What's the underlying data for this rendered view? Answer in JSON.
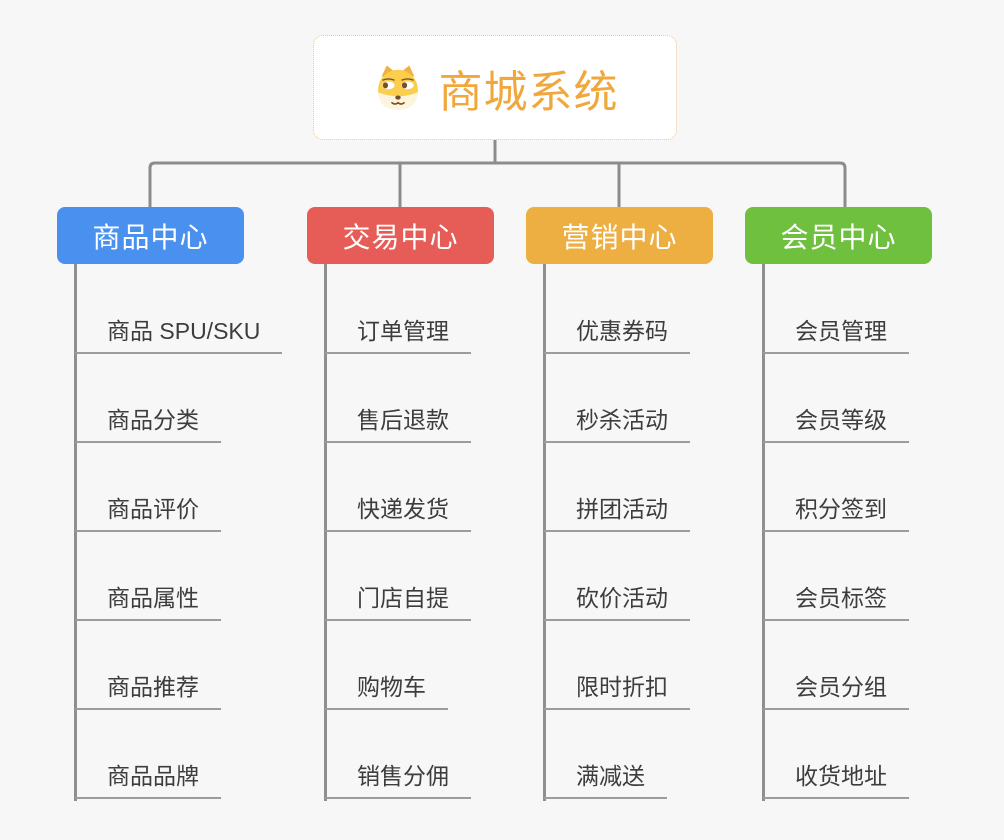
{
  "root": {
    "title": "商城系统",
    "icon": "doge-icon"
  },
  "colors": {
    "background": "#f7f7f7",
    "root_text": "#f0a73c",
    "root_border": "#f3c57a",
    "connector": "#8c8c8c",
    "leaf_underline": "#9c9c9c",
    "leaf_text": "#3d3d3d",
    "branch_blue": "#4a90ee",
    "branch_red": "#e65c56",
    "branch_orange": "#edae42",
    "branch_green": "#70c040"
  },
  "branches": [
    {
      "label": "商品中心",
      "color": "#4a90ee",
      "children": [
        "商品 SPU/SKU",
        "商品分类",
        "商品评价",
        "商品属性",
        "商品推荐",
        "商品品牌"
      ]
    },
    {
      "label": "交易中心",
      "color": "#e65c56",
      "children": [
        "订单管理",
        "售后退款",
        "快递发货",
        "门店自提",
        "购物车",
        "销售分佣"
      ]
    },
    {
      "label": "营销中心",
      "color": "#edae42",
      "children": [
        "优惠券码",
        "秒杀活动",
        "拼团活动",
        "砍价活动",
        "限时折扣",
        "满减送"
      ]
    },
    {
      "label": "会员中心",
      "color": "#70c040",
      "children": [
        "会员管理",
        "会员等级",
        "积分签到",
        "会员标签",
        "会员分组",
        "收货地址"
      ]
    }
  ]
}
